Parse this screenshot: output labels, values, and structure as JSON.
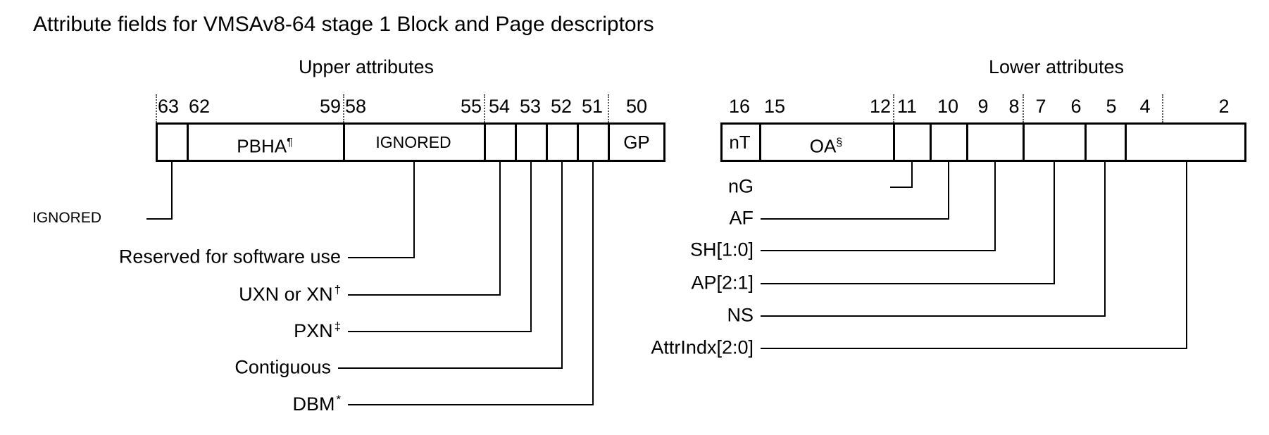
{
  "figure": {
    "title": "Attribute fields for VMSAv8-64 stage 1 Block and Page descriptors"
  },
  "sections": {
    "upper": {
      "title": "Upper attributes"
    },
    "lower": {
      "title": "Lower attributes"
    }
  },
  "upper_attributes": {
    "bit_numbers": [
      "63",
      "62",
      "59",
      "58",
      "55",
      "54",
      "53",
      "52",
      "51",
      "50"
    ],
    "cells": [
      {
        "label": "",
        "bits": "63"
      },
      {
        "label": "PBHA",
        "sup": "¶",
        "bits": "62:59"
      },
      {
        "label": "IGNORED",
        "bits": "58:55"
      },
      {
        "label": "",
        "bits": "54"
      },
      {
        "label": "",
        "bits": "53"
      },
      {
        "label": "",
        "bits": "52"
      },
      {
        "label": "",
        "bits": "51"
      },
      {
        "label": "GP",
        "bits": "50"
      }
    ],
    "callouts": [
      {
        "label": "IGNORED",
        "bits": "63"
      },
      {
        "label": "Reserved for software use",
        "bits": "58:55"
      },
      {
        "label": "UXN or XN",
        "sup": "†",
        "bits": "54"
      },
      {
        "label": "PXN",
        "sup": "‡",
        "bits": "53"
      },
      {
        "label": "Contiguous",
        "bits": "52"
      },
      {
        "label": "DBM",
        "sup": "*",
        "bits": "51"
      }
    ]
  },
  "lower_attributes": {
    "bit_numbers": [
      "16",
      "15",
      "12",
      "11",
      "10",
      "9",
      "8",
      "7",
      "6",
      "5",
      "4",
      "2"
    ],
    "cells": [
      {
        "label": "nT",
        "bits": "16"
      },
      {
        "label": "OA",
        "sup": "§",
        "bits": "15:12"
      },
      {
        "label": "",
        "bits": "11"
      },
      {
        "label": "",
        "bits": "10"
      },
      {
        "label": "",
        "bits": "9:8"
      },
      {
        "label": "",
        "bits": "7:6"
      },
      {
        "label": "",
        "bits": "5"
      },
      {
        "label": "",
        "bits": "4:2"
      }
    ],
    "callouts": [
      {
        "label": "nG",
        "bits": "11"
      },
      {
        "label": "AF",
        "bits": "10"
      },
      {
        "label": "SH[1:0]",
        "bits": "9:8"
      },
      {
        "label": "AP[2:1]",
        "bits": "7:6"
      },
      {
        "label": "NS",
        "bits": "5"
      },
      {
        "label": "AttrIndx[2:0]",
        "bits": "4:2"
      }
    ]
  },
  "style": {
    "line_color": "#000000",
    "background": "#ffffff"
  }
}
